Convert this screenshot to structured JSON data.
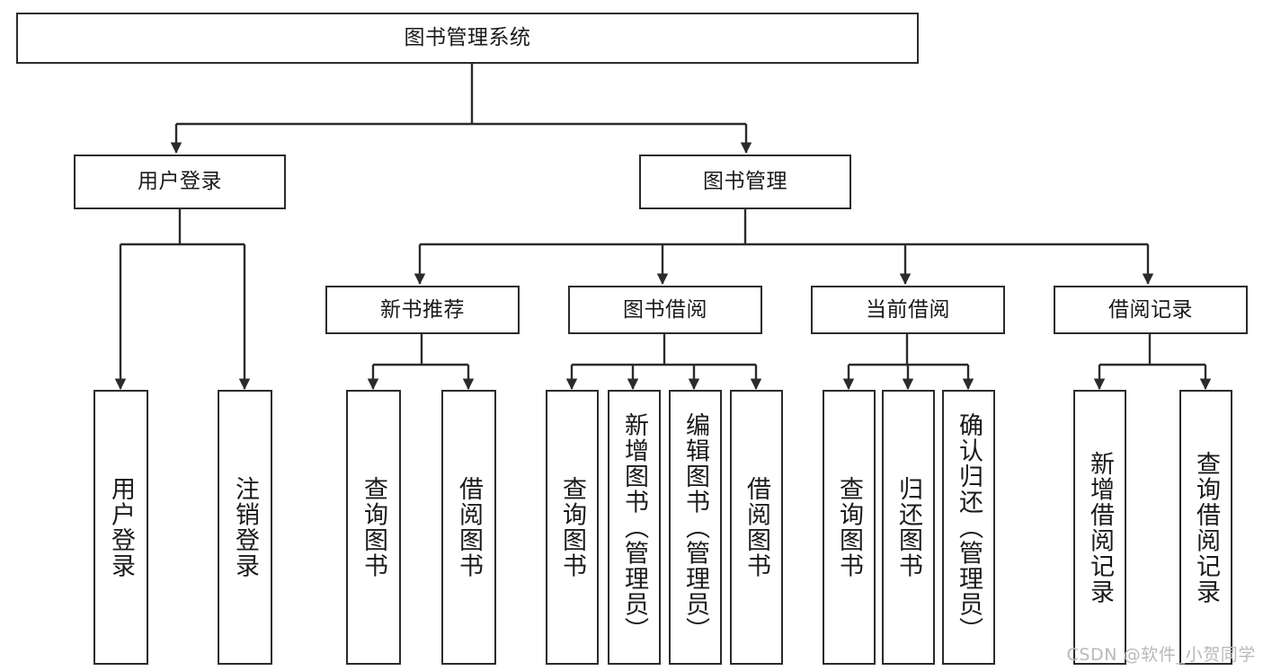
{
  "diagram": {
    "title": "图书管理系统",
    "watermark": "CSDN @软件_小贺同学",
    "stroke_color": "#2b2b2b",
    "fill_color": "#ffffff",
    "watermark_color": "#b9b9b9"
  },
  "nodes": {
    "root": {
      "label": "图书管理系统"
    },
    "level2": [
      {
        "label": "用户登录"
      },
      {
        "label": "图书管理"
      }
    ],
    "level3": [
      {
        "label": "新书推荐"
      },
      {
        "label": "图书借阅"
      },
      {
        "label": "当前借阅"
      },
      {
        "label": "借阅记录"
      }
    ],
    "leaves_user_login": [
      {
        "label": "用户登录"
      },
      {
        "label": "注销登录"
      }
    ],
    "leaves_new_book": [
      {
        "label": "查询图书"
      },
      {
        "label": "借阅图书"
      }
    ],
    "leaves_borrow": [
      {
        "label": "查询图书"
      },
      {
        "label": "新增图书（管理员）"
      },
      {
        "label": "编辑图书（管理员）"
      },
      {
        "label": "借阅图书"
      }
    ],
    "leaves_current": [
      {
        "label": "查询图书"
      },
      {
        "label": "归还图书"
      },
      {
        "label": "确认归还（管理员）"
      }
    ],
    "leaves_record": [
      {
        "label": "新增借阅记录"
      },
      {
        "label": "查询借阅记录"
      }
    ]
  }
}
